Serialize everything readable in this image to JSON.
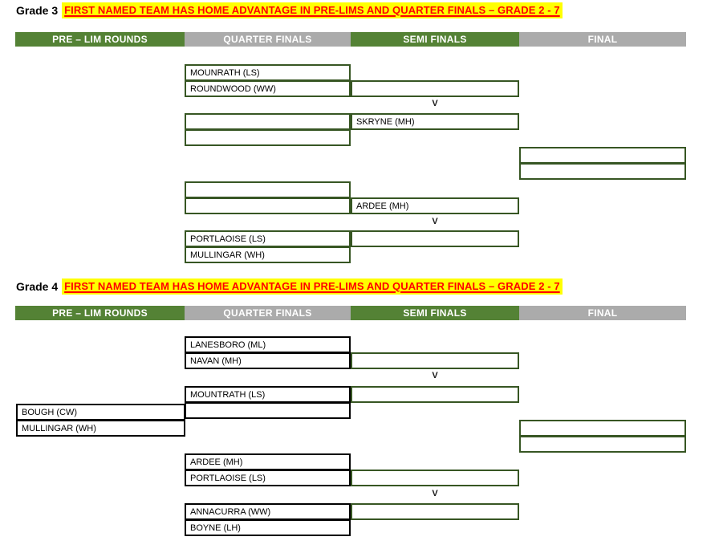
{
  "colors": {
    "header_green": "#548235",
    "header_gray": "#ABABAB",
    "box_border_green": "#375623",
    "box_border_black": "#000000",
    "notice_background": "#FFFF00",
    "notice_text": "#FF0000"
  },
  "sections": [
    {
      "grade_label": "Grade 3",
      "notice": "FIRST NAMED TEAM HAS HOME ADVANTAGE IN PRE-LIMS AND QUARTER FINALS – GRADE 2 - 7",
      "versus": "V",
      "columns": {
        "prelim": "PRE – LIM ROUNDS",
        "quarter": "QUARTER FINALS",
        "semi": "SEMI FINALS",
        "final": "FINAL"
      },
      "bracket": {
        "pre_lims": [],
        "quarter_finals": [
          {
            "top": "MOUNRATH (LS)",
            "bottom": "ROUNDWOOD (WW)"
          },
          {
            "top": "",
            "bottom": ""
          },
          {
            "top": "",
            "bottom": ""
          },
          {
            "top": "PORTLAOISE (LS)",
            "bottom": "MULLINGAR (WH)"
          }
        ],
        "semi_finals": [
          {
            "top": "",
            "bottom": "SKRYNE (MH)"
          },
          {
            "top": "ARDEE (MH)",
            "bottom": ""
          }
        ],
        "final": {
          "top": "",
          "bottom": ""
        }
      }
    },
    {
      "grade_label": "Grade 4",
      "notice": "FIRST NAMED TEAM HAS HOME ADVANTAGE IN PRE-LIMS AND QUARTER FINALS – GRADE 2 - 7",
      "versus": "V",
      "columns": {
        "prelim": "PRE – LIM ROUNDS",
        "quarter": "QUARTER FINALS",
        "semi": "SEMI FINALS",
        "final": "FINAL"
      },
      "bracket": {
        "pre_lims": [
          {
            "top": "BOUGH (CW)",
            "bottom": "MULLINGAR (WH)"
          }
        ],
        "quarter_finals": [
          {
            "top": "LANESBORO (ML)",
            "bottom": "NAVAN (MH)"
          },
          {
            "top": "MOUNTRATH (LS)",
            "bottom": ""
          },
          {
            "top": "ARDEE (MH)",
            "bottom": "PORTLAOISE (LS)"
          },
          {
            "top": "ANNACURRA (WW)",
            "bottom": "BOYNE (LH)"
          }
        ],
        "semi_finals": [
          {
            "top": "",
            "bottom": ""
          },
          {
            "top": "",
            "bottom": ""
          }
        ],
        "final": {
          "top": "",
          "bottom": ""
        }
      }
    }
  ]
}
